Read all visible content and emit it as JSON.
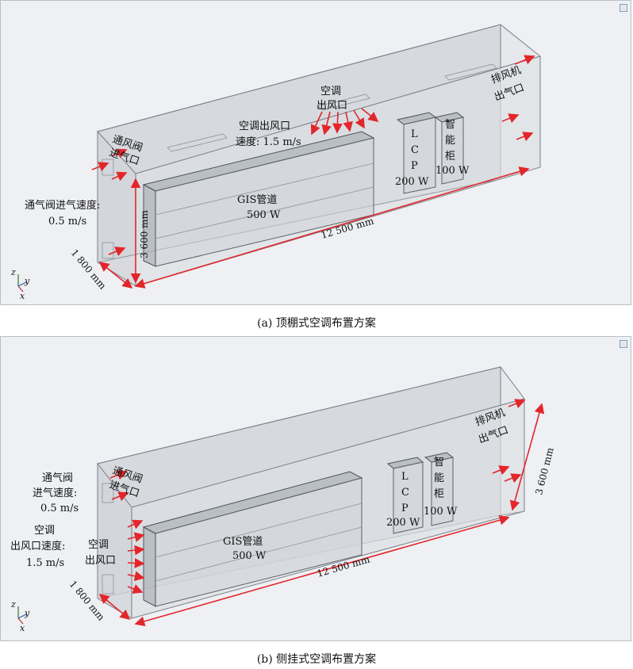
{
  "panel_a": {
    "caption": "(a) 顶棚式空调布置方案",
    "labels": {
      "vent_valve_1": "通风阀",
      "vent_valve_2": "进气口",
      "valve_speed_1": "通气阀进气速度:",
      "valve_speed_2": "0.5 m/s",
      "ac_outlet_1": "空调",
      "ac_outlet_2": "出风口",
      "ac_speed_1": "空调出风口",
      "ac_speed_2": "速度: 1.5 m/s",
      "exhaust_1": "排风机",
      "exhaust_2": "出气口",
      "gis_1": "GIS管道",
      "gis_2": "500 W",
      "lcp_l": "L",
      "lcp_c": "C",
      "lcp_p": "P",
      "lcp_w": "200 W",
      "smart_1": "智",
      "smart_2": "能",
      "smart_3": "柜",
      "smart_w": "100 W",
      "dim_length": "12 500 mm",
      "dim_height": "3 600 mm",
      "dim_width": "1 800 mm",
      "axis_z": "z",
      "axis_y": "y",
      "axis_x": "x"
    }
  },
  "panel_b": {
    "caption": "(b) 侧挂式空调布置方案",
    "labels": {
      "vent_valve_1": "通风阀",
      "vent_valve_2": "进气口",
      "valve_speed_1": "通气阀",
      "valve_speed_2": "进气速度:",
      "valve_speed_3": "0.5 m/s",
      "ac_speed_1": "空调",
      "ac_speed_2": "出风口速度:",
      "ac_speed_3": "1.5 m/s",
      "ac_outlet_1": "空调",
      "ac_outlet_2": "出风口",
      "exhaust_1": "排风机",
      "exhaust_2": "出气口",
      "gis_1": "GIS管道",
      "gis_2": "500 W",
      "lcp_l": "L",
      "lcp_c": "C",
      "lcp_p": "P",
      "lcp_w": "200 W",
      "smart_1": "智",
      "smart_2": "能",
      "smart_3": "柜",
      "smart_w": "100 W",
      "dim_length": "12 500 mm",
      "dim_height": "3 600 mm",
      "dim_width": "1 800 mm",
      "axis_z": "z",
      "axis_y": "y",
      "axis_x": "x"
    }
  },
  "colors": {
    "arrow": "#e3262b",
    "background": "#eef0f3"
  }
}
